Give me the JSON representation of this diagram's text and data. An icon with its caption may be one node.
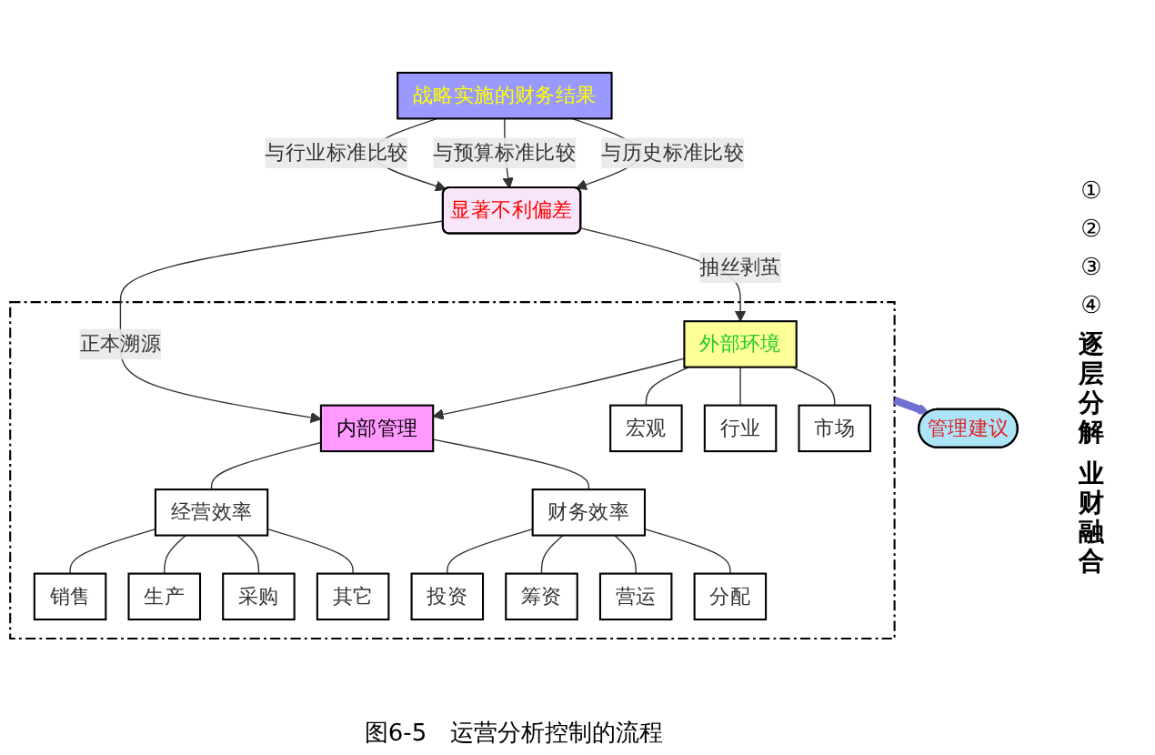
{
  "diagram": {
    "caption": "图6-5　运营分析控制的流程",
    "nodes": [
      {
        "text": [
          "战略实施的财务结果"
        ]
      },
      {
        "text": [
          "显著不利偏差"
        ]
      },
      {
        "text": [],
        "shape": "box"
      },
      {
        "text": [
          "外部环境"
        ],
        "in": 2
      },
      {
        "text": [
          "内部管理"
        ],
        "in": 2
      },
      {
        "text": [
          "宏观"
        ],
        "in": 2
      },
      {
        "text": [
          "行业"
        ],
        "in": 2
      },
      {
        "text": [
          "市场"
        ],
        "in": 2
      },
      {
        "text": [
          "经营效率"
        ],
        "in": 2
      },
      {
        "text": [
          "财务效率"
        ],
        "in": 2
      },
      {
        "text": [
          "销售"
        ],
        "in": 2
      },
      {
        "text": [
          "生产"
        ],
        "in": 2
      },
      {
        "text": [
          "采购"
        ],
        "in": 2
      },
      {
        "text": [
          "其它"
        ],
        "in": 2
      },
      {
        "text": [
          "投资"
        ],
        "in": 2
      },
      {
        "text": [
          "筹资"
        ],
        "in": 2
      },
      {
        "text": [
          "营运"
        ],
        "in": 2
      },
      {
        "text": [
          "分配"
        ],
        "in": 2
      },
      {
        "text": [
          "管理建议"
        ]
      }
    ],
    "edges": [
      {
        "from": 0,
        "to": 1,
        "arrow": "to",
        "label": "与行业标准比较"
      },
      {
        "from": 0,
        "to": 1,
        "arrow": "to",
        "label": "与预算标准比较"
      },
      {
        "from": 0,
        "to": 1,
        "arrow": "to",
        "label": "与历史标准比较"
      },
      {
        "from": 1,
        "to": 3,
        "arrow": "to",
        "label": "抽丝剥茧"
      },
      {
        "from": 1,
        "to": 4,
        "arrow": "to",
        "label": "正本溯源"
      },
      {
        "from": 3,
        "to": 4,
        "arrow": "to"
      },
      {
        "from": 3,
        "to": 5,
        "arrow": "none"
      },
      {
        "from": 3,
        "to": 6,
        "arrow": "none"
      },
      {
        "from": 3,
        "to": 7,
        "arrow": "none"
      },
      {
        "from": 4,
        "to": 8,
        "arrow": "none"
      },
      {
        "from": 4,
        "to": 9,
        "arrow": "none"
      },
      {
        "from": 8,
        "to": 10,
        "arrow": "none"
      },
      {
        "from": 8,
        "to": 11,
        "arrow": "none"
      },
      {
        "from": 8,
        "to": 12,
        "arrow": "none"
      },
      {
        "from": 8,
        "to": 13,
        "arrow": "none"
      },
      {
        "from": 9,
        "to": 14,
        "arrow": "none"
      },
      {
        "from": 9,
        "to": 15,
        "arrow": "none"
      },
      {
        "from": 9,
        "to": 16,
        "arrow": "none"
      },
      {
        "from": 9,
        "to": 17,
        "arrow": "none"
      },
      {
        "from": 2,
        "to": 18,
        "arrow": "to",
        "style": "thick",
        "color": "#7070d0"
      }
    ],
    "labels": [
      "①",
      "②",
      "③",
      "④",
      "逐层分解",
      "业财融合"
    ]
  }
}
